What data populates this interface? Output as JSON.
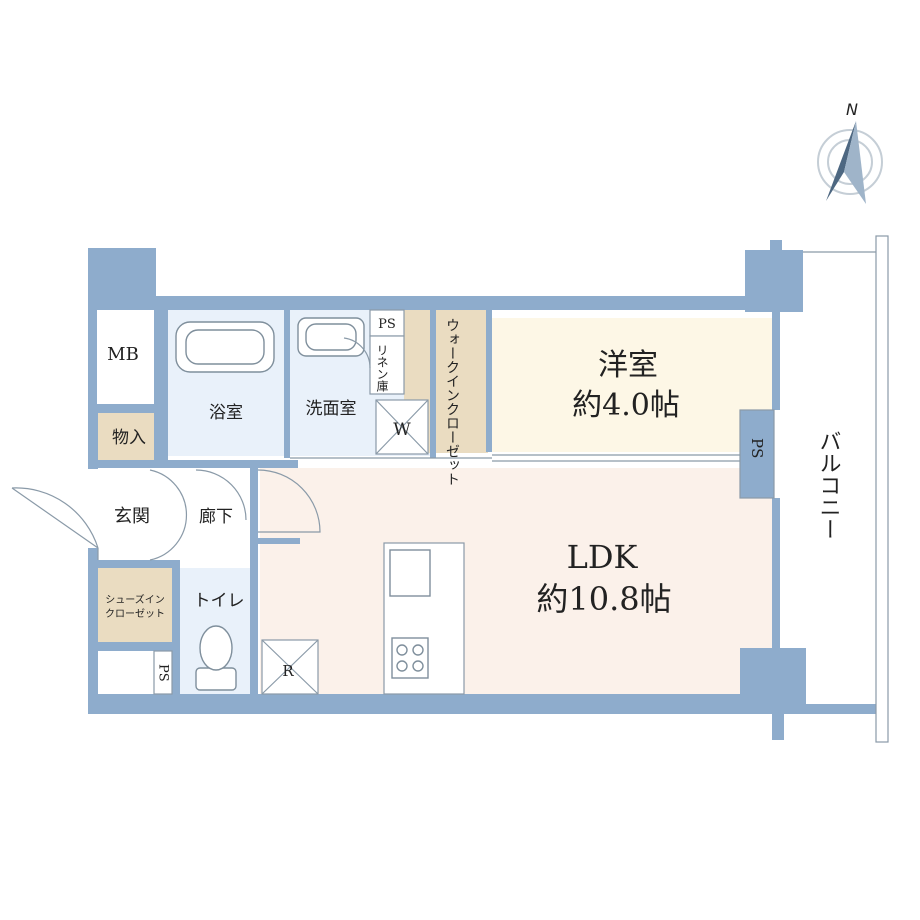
{
  "compass": {
    "label": "N",
    "icon": "north-arrow-icon"
  },
  "rooms": {
    "mb": "MB",
    "storage": "物入",
    "bath": "浴室",
    "washroom": "洗面室",
    "washer": "W",
    "ps_top": "PS",
    "linen": "リネン庫",
    "walkin_closet": "ウォークインクローゼット",
    "western_room": {
      "name": "洋室",
      "size": "約4.0帖"
    },
    "ps_right": "PS",
    "balcony": "バルコニー",
    "entrance": "玄関",
    "hallway": "廊下",
    "toilet": "トイレ",
    "shoes_closet_line1": "シューズイン",
    "shoes_closet_line2": "クローゼット",
    "ps_bottom": "PS",
    "fridge": "R",
    "ldk": {
      "name": "LDK",
      "size": "約10.8帖"
    }
  },
  "colors": {
    "wall": "#8eaccc",
    "ldk_floor": "#fbf1ea",
    "western_floor": "#fdf7e6",
    "wet_floor": "#e9f1fa",
    "storage_floor": "#eadcc1",
    "hall_floor": "#ffffff"
  }
}
